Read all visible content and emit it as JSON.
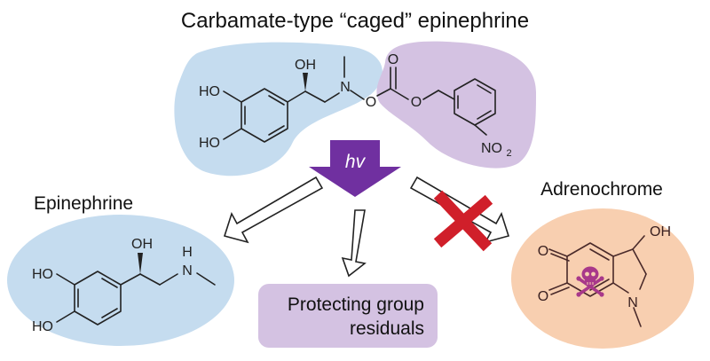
{
  "title": "Carbamate-type “caged” epinephrine",
  "light_label": "hv",
  "products": {
    "epinephrine": "Epinephrine",
    "adrenochrome": "Adrenochrome",
    "protecting_group": {
      "line1": "Protecting group",
      "line2": "residuals"
    }
  },
  "atoms": {
    "caged": {
      "ho_top": "HO",
      "ho_bottom": "HO",
      "oh": "OH",
      "n": "N",
      "o_carbonyl": "O",
      "o_ester_1": "O",
      "o_ester_2": "O",
      "nitro": "NO",
      "nitro_sub": "2"
    },
    "epinephrine": {
      "ho_top": "HO",
      "ho_bottom": "HO",
      "oh": "OH",
      "h": "H",
      "n": "N"
    },
    "adrenochrome": {
      "o_top": "O",
      "o_bottom": "O",
      "oh": "OH",
      "n": "N"
    }
  },
  "colors": {
    "caged_region": "#c5dcef",
    "protecting_region": "#d4c2e2",
    "epinephrine_region": "#c5dcef",
    "adrenochrome_region": "#f8cfb0",
    "light_arrow": "#7030a0",
    "cross": "#d01f2a",
    "skull": "#a8388a"
  },
  "icons": {
    "light": "down-arrow-icon",
    "blocked": "cross-icon",
    "toxic": "skull-crossbones-icon"
  }
}
